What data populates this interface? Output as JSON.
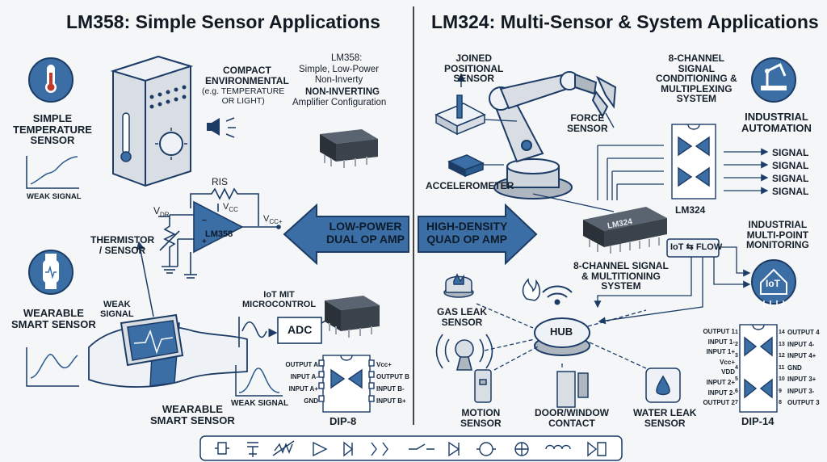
{
  "left_title": "LM358: Simple Sensor Applications",
  "right_title": "LM324: Multi-Sensor & System Applications",
  "left": {
    "temp_sensor": "SIMPLE\nTEMPERATURE\nSENSOR",
    "weak_signal": "WEAK SIGNAL",
    "compact_env": "COMPACT\nENVIRONMENTAL",
    "compact_env_sub": "(e.g. TEMPERATURE\nOR LIGHT)",
    "lm358_desc_title": "LM358:",
    "lm358_desc": "Simple, Low-Power\nNon-Inverty",
    "lm358_noninv": "NON-INVERTING",
    "lm358_amp": "Amplifier Configuration",
    "ris": "RIS",
    "vdr": "V",
    "vdr_sub": "DR",
    "vcc": "V",
    "vcc_sub": "CC",
    "vcc_out": "V",
    "vcc_out_sub": "CC+",
    "opamp_label": "LM358",
    "thermistor": "THERMISTOR\n/ SENSOR",
    "low_power_arrow": "LOW-POWER\nDUAL OP AMP",
    "wearable_1": "WEARABLE\nSMART SENSOR",
    "weak_signal_2": "WEAK\nSIGNAL",
    "iot_mit": "IoT MIT\nMICROCONTROL",
    "adc": "ADC",
    "weak_signal_3": "WEAK SIGNAL",
    "wearable_2": "WEARABLE\nSMART SENSOR",
    "dip8": "DIP-8",
    "dip8_left_pins": [
      "OUTPUT A",
      "INPUT A-",
      "INPUT A+",
      "GND"
    ],
    "dip8_right_pins": [
      "Vcc+",
      "OUTPUT B",
      "INPUT B-",
      "INPUT B+"
    ]
  },
  "right": {
    "joined": "JOINED\nPOSITIONAL\nSENSOR",
    "force": "FORCE\nSENSOR",
    "accel": "ACCELEROMETER",
    "eight_ch": "8-CHANNEL\nSIGNAL\nCONDITIONING &\nMULTIPLEXING\nSYSTEM",
    "industrial_auto": "INDUSTRIAL\nAUTOMATION",
    "signals": [
      "SIGNAL",
      "SIGNAL",
      "SIGNAL",
      "SIGNAL"
    ],
    "lm324_label": "LM324",
    "chip_label": "LM324",
    "high_density_arrow": "HIGH-DENSITY\nQUAD OP AMP",
    "eight_ch_2": "8-CHANNEL SIGNAL\n& MULTITIONING\nSYSTEM",
    "iot_flow": "IoT ⇆ FLOW",
    "industrial_mon": "INDUSTRIAL\nMULTI-POINT\nMONITORING",
    "iot_badge": "IoT",
    "gas_leak": "GAS LEAK\nSENSOR",
    "hub": "HUB",
    "motion": "MOTION\nSENSOR",
    "door": "DOOR/WINDOW\nCONTACT",
    "water": "WATER LEAK\nSENSOR",
    "dip14": "DIP-14",
    "dip14_left_pins": [
      "OUTPUT 1",
      "INPUT 1-",
      "INPUT 1+",
      "Vcc+",
      "VDD",
      "INPUT 2+",
      "INPUT 2-",
      "OUTPUT 2"
    ],
    "dip14_left_nums": [
      "1",
      "2",
      "3",
      "4",
      "5",
      "6",
      "7"
    ],
    "dip14_right_pins": [
      "OUTPUT 4",
      "INPUT 4-",
      "INPUT 4+",
      "GND",
      "INPUT 3+",
      "INPUT 3-",
      "OUTPUT 3"
    ],
    "dip14_right_nums": [
      "14",
      "13",
      "12",
      "11",
      "10",
      "9",
      "8"
    ]
  },
  "colors": {
    "accent": "#3b6ea5",
    "dark": "#1c3c66",
    "light": "#cfe0f1"
  }
}
